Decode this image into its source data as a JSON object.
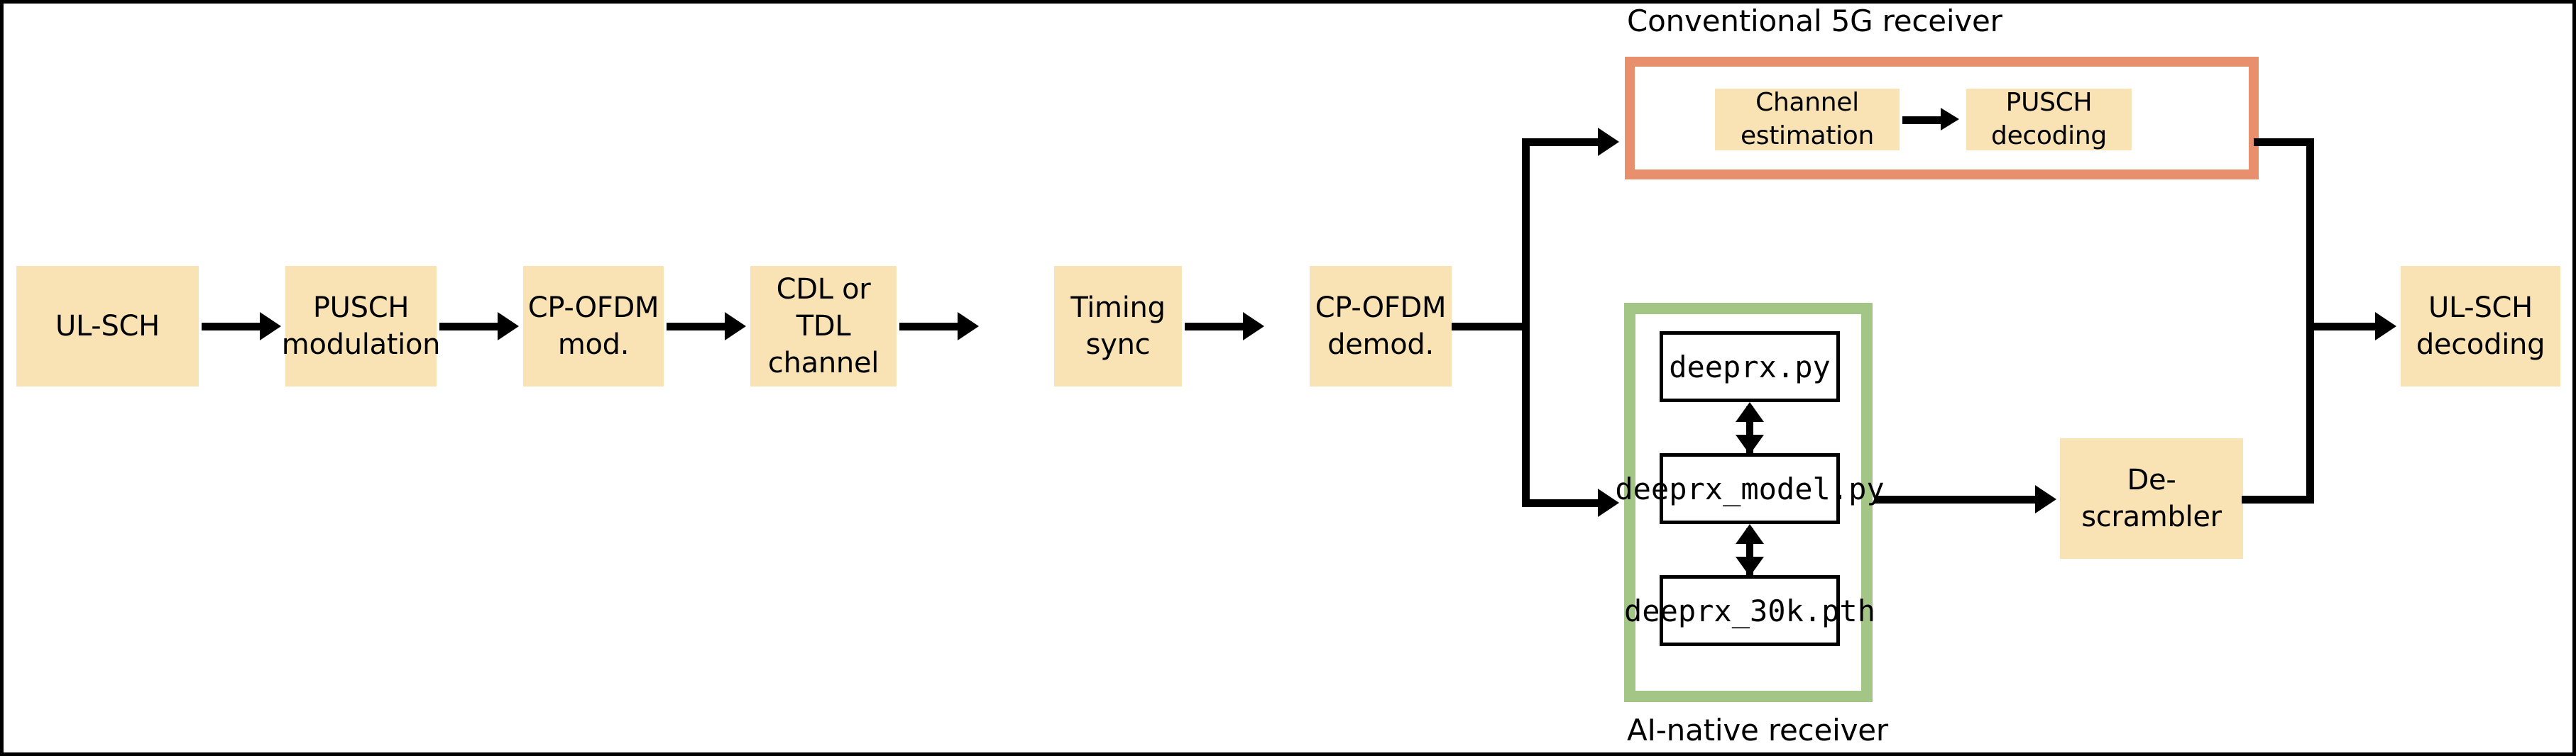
{
  "figure": {
    "title": "5G uplink receiver pipeline with conventional and AI-native branches",
    "background": "#ffffff",
    "border_color": "#000000",
    "block_fill": "#F9E3B5",
    "conventional_frame_color": "#E8906E",
    "ai_frame_color": "#A3C585",
    "connector_color": "#000000"
  },
  "pipeline": {
    "blocks": [
      {
        "id": "ul-sch",
        "label": "UL-SCH"
      },
      {
        "id": "pusch-mod",
        "label": "PUSCH\nmodulation"
      },
      {
        "id": "cp-ofdm-mod",
        "label": "CP-OFDM\nmod."
      },
      {
        "id": "channel",
        "label": "CDL or TDL\nchannel"
      },
      {
        "id": "timing-sync",
        "label": "Timing\nsync"
      },
      {
        "id": "cp-ofdm-demod",
        "label": "CP-OFDM\ndemod."
      }
    ],
    "output_block": {
      "id": "ul-sch-decoding",
      "label": "UL-SCH\ndecoding"
    }
  },
  "conventional_receiver": {
    "caption": "Conventional 5G receiver",
    "frame_color": "#E8906E",
    "blocks": [
      {
        "id": "channel-estimation",
        "label": "Channel\nestimation"
      },
      {
        "id": "pusch-decoding",
        "label": "PUSCH\ndecoding"
      }
    ]
  },
  "ai_receiver": {
    "caption": "AI-native receiver",
    "frame_color": "#A3C585",
    "files": [
      {
        "id": "deeprx-py",
        "label": "deeprx.py"
      },
      {
        "id": "deeprx-model-py",
        "label": "deeprx_model.py"
      },
      {
        "id": "deeprx-30k-pth",
        "label": "deeprx_30k.pth"
      }
    ],
    "descrambler": {
      "id": "descrambler",
      "label": "De-\nscrambler"
    }
  }
}
